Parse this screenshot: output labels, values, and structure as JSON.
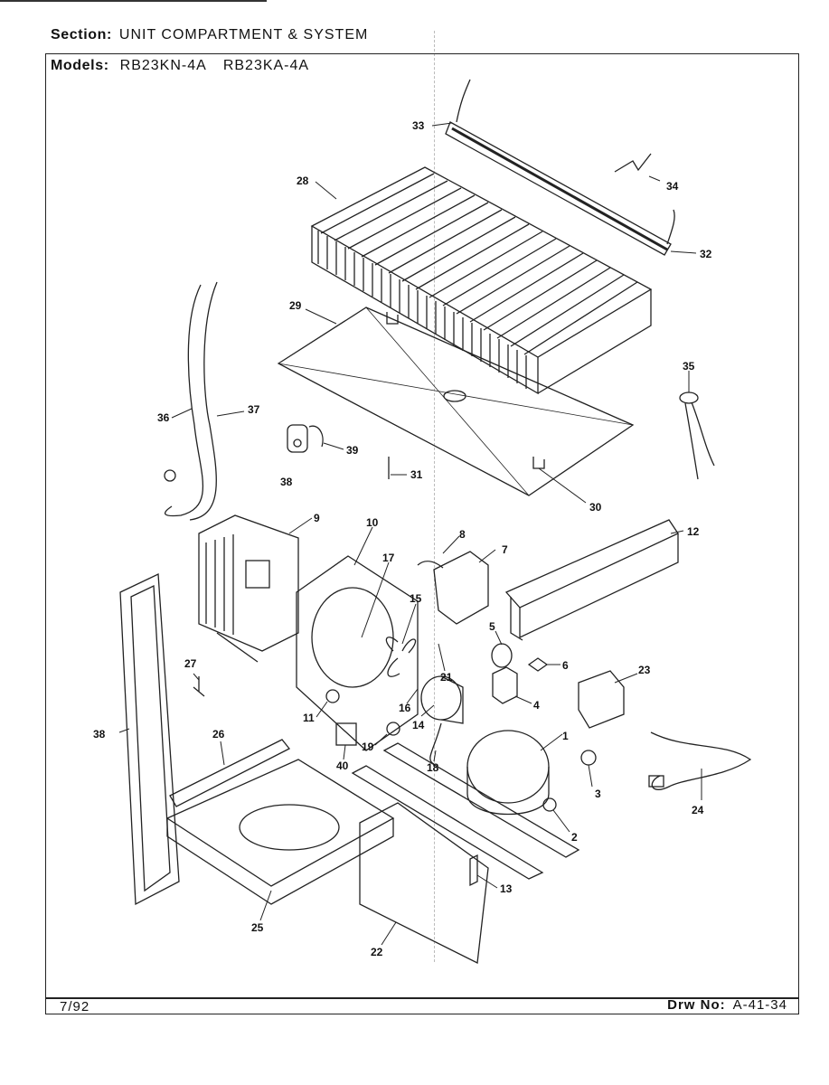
{
  "header": {
    "section_label": "Section:",
    "section_value": "UNIT COMPARTMENT & SYSTEM",
    "models_label": "Models:",
    "model_1": "RB23KN-4A",
    "model_2": "RB23KA-4A"
  },
  "footer": {
    "date": "7/92",
    "drawing_label": "Drw No:",
    "drawing_number": "A-41-34"
  },
  "callouts": [
    "33",
    "34",
    "32",
    "28",
    "29",
    "35",
    "36",
    "37",
    "38",
    "39",
    "31",
    "30",
    "9",
    "10",
    "8",
    "7",
    "12",
    "17",
    "15",
    "5",
    "6",
    "23",
    "27",
    "21",
    "4",
    "16",
    "14",
    "11",
    "38",
    "26",
    "19",
    "40",
    "18",
    "1",
    "3",
    "2",
    "24",
    "25",
    "13",
    "22"
  ]
}
